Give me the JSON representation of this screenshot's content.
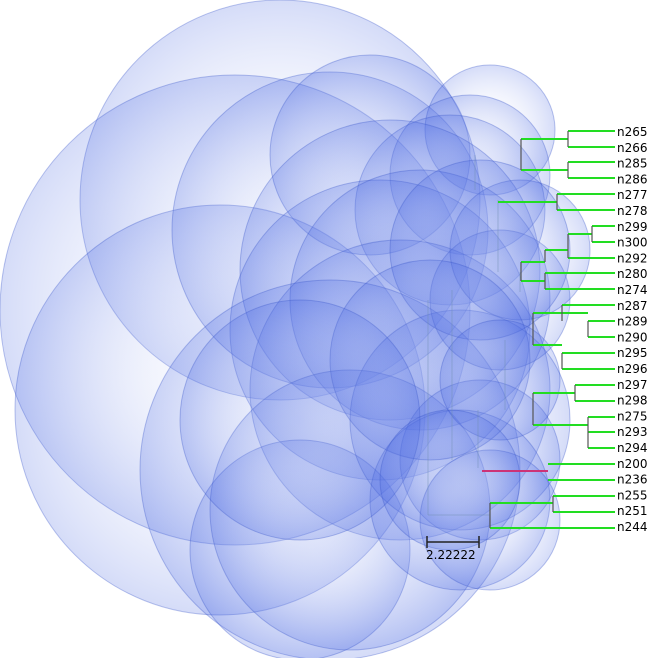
{
  "tree": {
    "leaves": [
      "n265",
      "n266",
      "n285",
      "n286",
      "n277",
      "n278",
      "n299",
      "n300",
      "n292",
      "n280",
      "n274",
      "n287",
      "n289",
      "n290",
      "n295",
      "n296",
      "n297",
      "n298",
      "n275",
      "n293",
      "n294",
      "n200",
      "n236",
      "n255",
      "n251",
      "n244"
    ],
    "highlighted_leaf": "n200",
    "scale_bar": {
      "label": "2.22222"
    }
  },
  "colors": {
    "bubble_fill": "#3f5fe0",
    "bubble_stroke": "#3a55c8",
    "branch_green": "#22dd22",
    "branch_pink": "#cc3377",
    "clade_line": "#6f8fb0"
  }
}
